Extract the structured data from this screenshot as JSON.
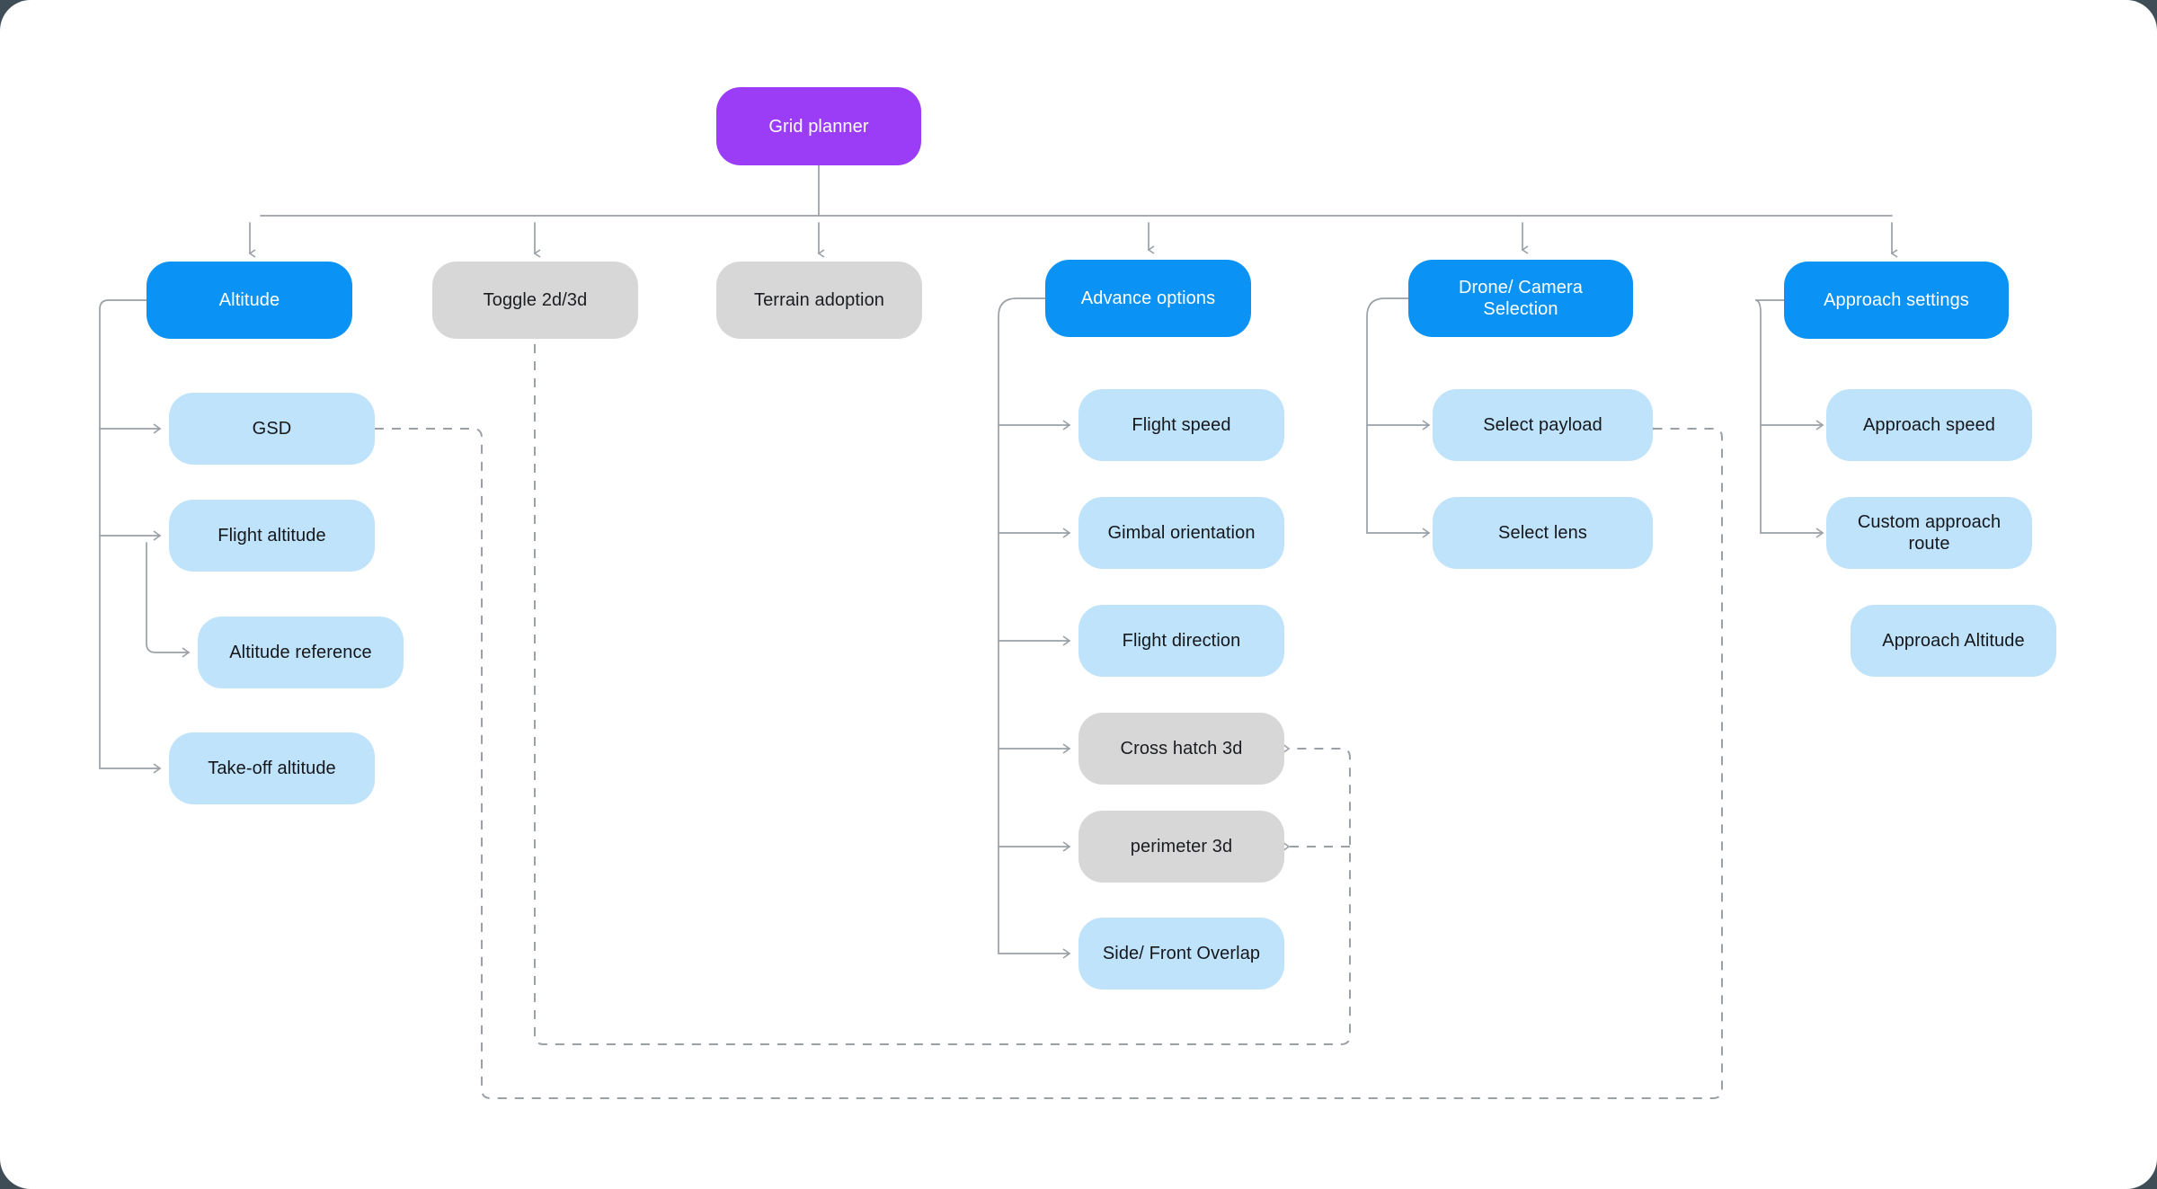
{
  "diagram": {
    "title": "Grid planner",
    "type": "flowchart",
    "background": "#3f4e56",
    "canvas_color": "#ffffff",
    "colors": {
      "root": "#9b3cf7",
      "primary": "#0a93f5",
      "secondary": "#bfe3fb",
      "disabled": "#d7d7d8",
      "edge": "#9aa0a6",
      "text_light": "#ffffff",
      "text_dark": "#15171b"
    },
    "nodes": {
      "root": {
        "label": "Grid planner"
      },
      "altitude": {
        "label": "Altitude"
      },
      "toggle_2d_3d": {
        "label": "Toggle 2d/3d"
      },
      "terrain_adoption": {
        "label": "Terrain adoption"
      },
      "advance_options": {
        "label": "Advance options"
      },
      "drone_camera_selection": {
        "label": "Drone/ Camera Selection"
      },
      "approach_settings": {
        "label": "Approach settings"
      },
      "gsd": {
        "label": "GSD"
      },
      "flight_altitude": {
        "label": "Flight altitude"
      },
      "altitude_reference": {
        "label": "Altitude reference"
      },
      "take_off_altitude": {
        "label": "Take-off altitude"
      },
      "flight_speed": {
        "label": "Flight speed"
      },
      "gimbal_orientation": {
        "label": "Gimbal orientation"
      },
      "flight_direction": {
        "label": "Flight direction"
      },
      "cross_hatch_3d": {
        "label": "Cross hatch 3d"
      },
      "perimeter_3d": {
        "label": "perimeter 3d"
      },
      "side_front_overlap": {
        "label": "Side/ Front Overlap"
      },
      "select_payload": {
        "label": "Select payload"
      },
      "select_lens": {
        "label": "Select lens"
      },
      "approach_speed": {
        "label": "Approach speed"
      },
      "custom_approach_route": {
        "label": "Custom approach route"
      },
      "approach_altitude": {
        "label": "Approach Altitude"
      }
    }
  }
}
